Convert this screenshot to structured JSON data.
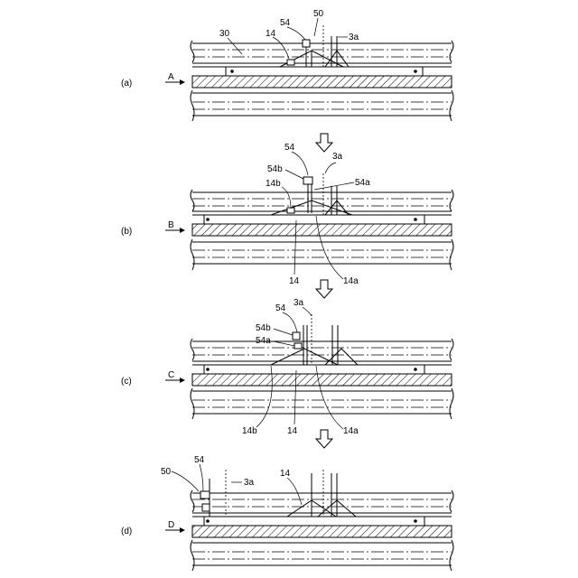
{
  "figure": {
    "panels": [
      {
        "label": "(a)",
        "arrow_letter": "A",
        "refs": {
          "r30": "30",
          "r14": "14",
          "r54": "54",
          "r50": "50",
          "r3a": "3a"
        }
      },
      {
        "label": "(b)",
        "arrow_letter": "B",
        "refs": {
          "r54": "54",
          "r54b": "54b",
          "r14b": "14b",
          "r3a": "3a",
          "r54a": "54a",
          "r14": "14",
          "r14a": "14a"
        }
      },
      {
        "label": "(c)",
        "arrow_letter": "C",
        "refs": {
          "r54": "54",
          "r3a": "3a",
          "r54b": "54b",
          "r54a": "54a",
          "r14b": "14b",
          "r14": "14",
          "r14a": "14a"
        }
      },
      {
        "label": "(d)",
        "arrow_letter": "D",
        "refs": {
          "r50": "50",
          "r54": "54",
          "r3a": "3a",
          "r14": "14"
        }
      }
    ],
    "icons": [
      "down-arrow-icon",
      "right-arrow-icon"
    ]
  }
}
